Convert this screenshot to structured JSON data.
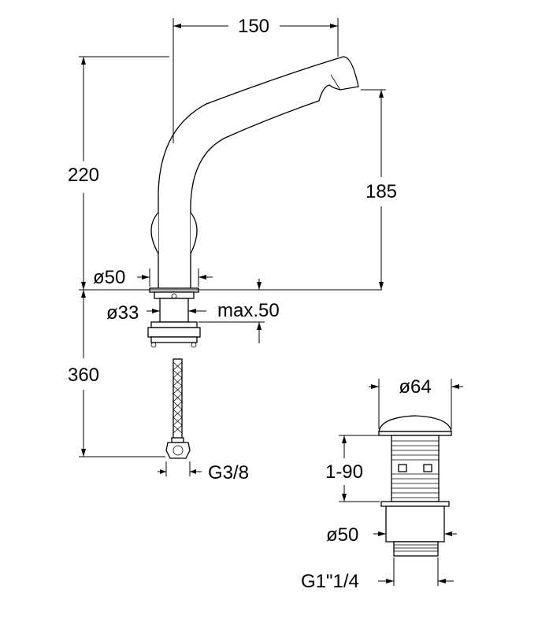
{
  "labels": {
    "spout_reach": "150",
    "total_height": "220",
    "spout_height": "185",
    "base_diameter": "ø50",
    "shank_diameter": "ø33",
    "max_counter_thickness": "max.50",
    "hose_length": "360",
    "hose_thread": "G3/8",
    "waste_cap_diameter": "ø64",
    "waste_range": "1-90",
    "waste_body_diameter": "ø50",
    "waste_thread": "G1\"1/4"
  },
  "colors": {
    "line": "#000000",
    "background": "#ffffff"
  }
}
